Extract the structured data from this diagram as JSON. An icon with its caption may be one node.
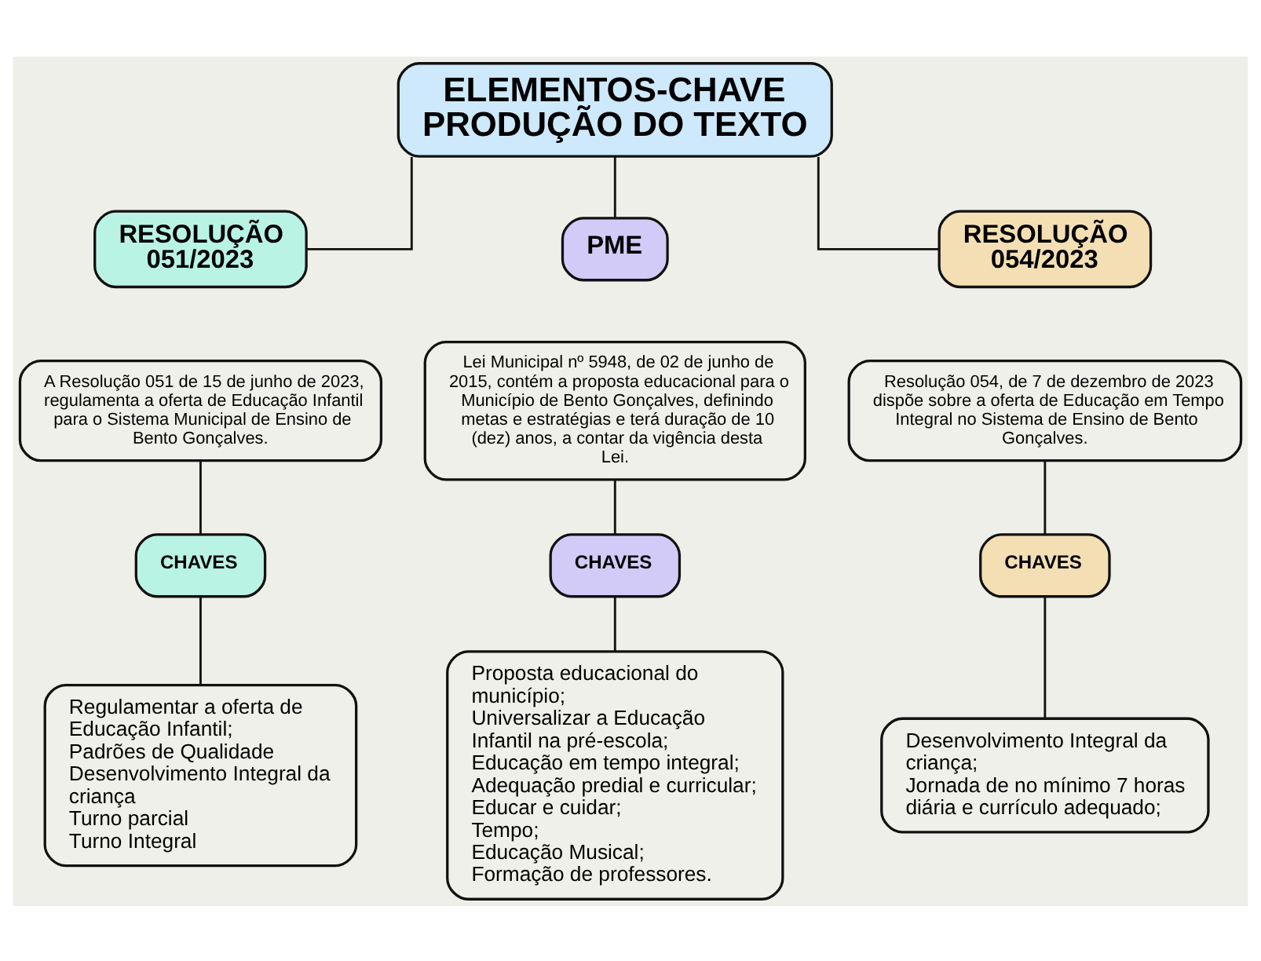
{
  "diagram": {
    "nodes": [
      {
        "text": [
          "ELEMENTOS-CHAVE PRODUÇÃO DO TEXTO"
        ]
      },
      {
        "text": [
          "RESOLUÇÃO 051/2023"
        ]
      },
      {
        "text": [
          "A Resolução 051 de 15 de junho de 2023, regulamenta a oferta de Educação Infantil para o Sistema Municipal de Ensino de Bento Gonçalves."
        ]
      },
      {
        "text": [
          "CHAVES"
        ]
      },
      {
        "text": [
          "Regulamentar a oferta de Educação Infantil;",
          "Padrões de Qualidade",
          "Desenvolvimento Integral da criança",
          "Turno parcial",
          "Turno Integral"
        ]
      },
      {
        "text": [
          "PME"
        ]
      },
      {
        "text": [
          "Lei Municipal nº 5948, de 02 de junho de 2015, contém a proposta educacional para o Município de Bento Gonçalves, definindo metas e estratégias e terá duração de 10 (dez) anos, a contar da vigência desta Lei."
        ]
      },
      {
        "text": [
          "CHAVES"
        ]
      },
      {
        "text": [
          "Proposta educacional do município;",
          "Universalizar a Educação Infantil na pré-escola;",
          "Educação em tempo integral;",
          "Adequação predial e curricular;",
          "Educar e cuidar;",
          "Tempo;",
          "Educação Musical;",
          "Formação de professores."
        ]
      },
      {
        "text": [
          "RESOLUÇÃO 054/2023"
        ]
      },
      {
        "text": [
          "Resolução 054, de 7 de dezembro de 2023  dispõe sobre a oferta de Educação em Tempo Integral no Sistema de Ensino de Bento Gonçalves."
        ]
      },
      {
        "text": [
          "CHAVES"
        ]
      },
      {
        "text": [
          "Desenvolvimento Integral da criança;",
          "Jornada de no mínimo 7 horas diária e currículo adequado;"
        ]
      }
    ],
    "edges": [
      {
        "from": 0,
        "to": 1,
        "arrow": "none"
      },
      {
        "from": 0,
        "to": 5,
        "arrow": "none"
      },
      {
        "from": 0,
        "to": 9,
        "arrow": "none"
      },
      {
        "from": 2,
        "to": 3,
        "arrow": "none"
      },
      {
        "from": 3,
        "to": 4,
        "arrow": "none"
      },
      {
        "from": 6,
        "to": 7,
        "arrow": "none"
      },
      {
        "from": 7,
        "to": 8,
        "arrow": "none"
      },
      {
        "from": 10,
        "to": 11,
        "arrow": "none"
      },
      {
        "from": 11,
        "to": 12,
        "arrow": "none"
      }
    ]
  }
}
